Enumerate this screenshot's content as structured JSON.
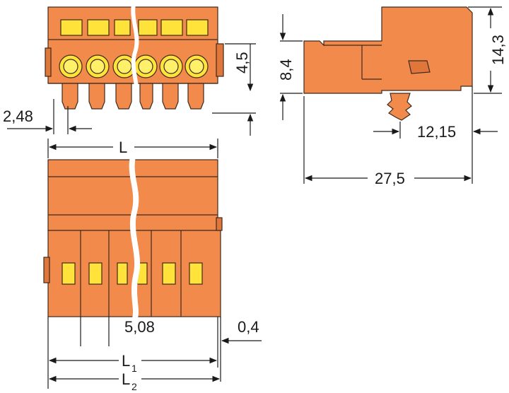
{
  "colors": {
    "housing": "#f28a4c",
    "housing_dark": "#e0763a",
    "outline": "#3b2a20",
    "contact_yellow": "#ffe23a",
    "dimension": "#1a1a1a"
  },
  "dimensions": {
    "pitch_offset": "2,48",
    "top_height": "4,5",
    "side_lower_height": "8,4",
    "side_total_height": "14,3",
    "pin_offset": "12,15",
    "depth": "27,5",
    "length": "L",
    "pitch": "5,08",
    "gap": "0,4",
    "length_1": "L",
    "length_1_sub": "1",
    "length_2": "L",
    "length_2_sub": "2"
  }
}
